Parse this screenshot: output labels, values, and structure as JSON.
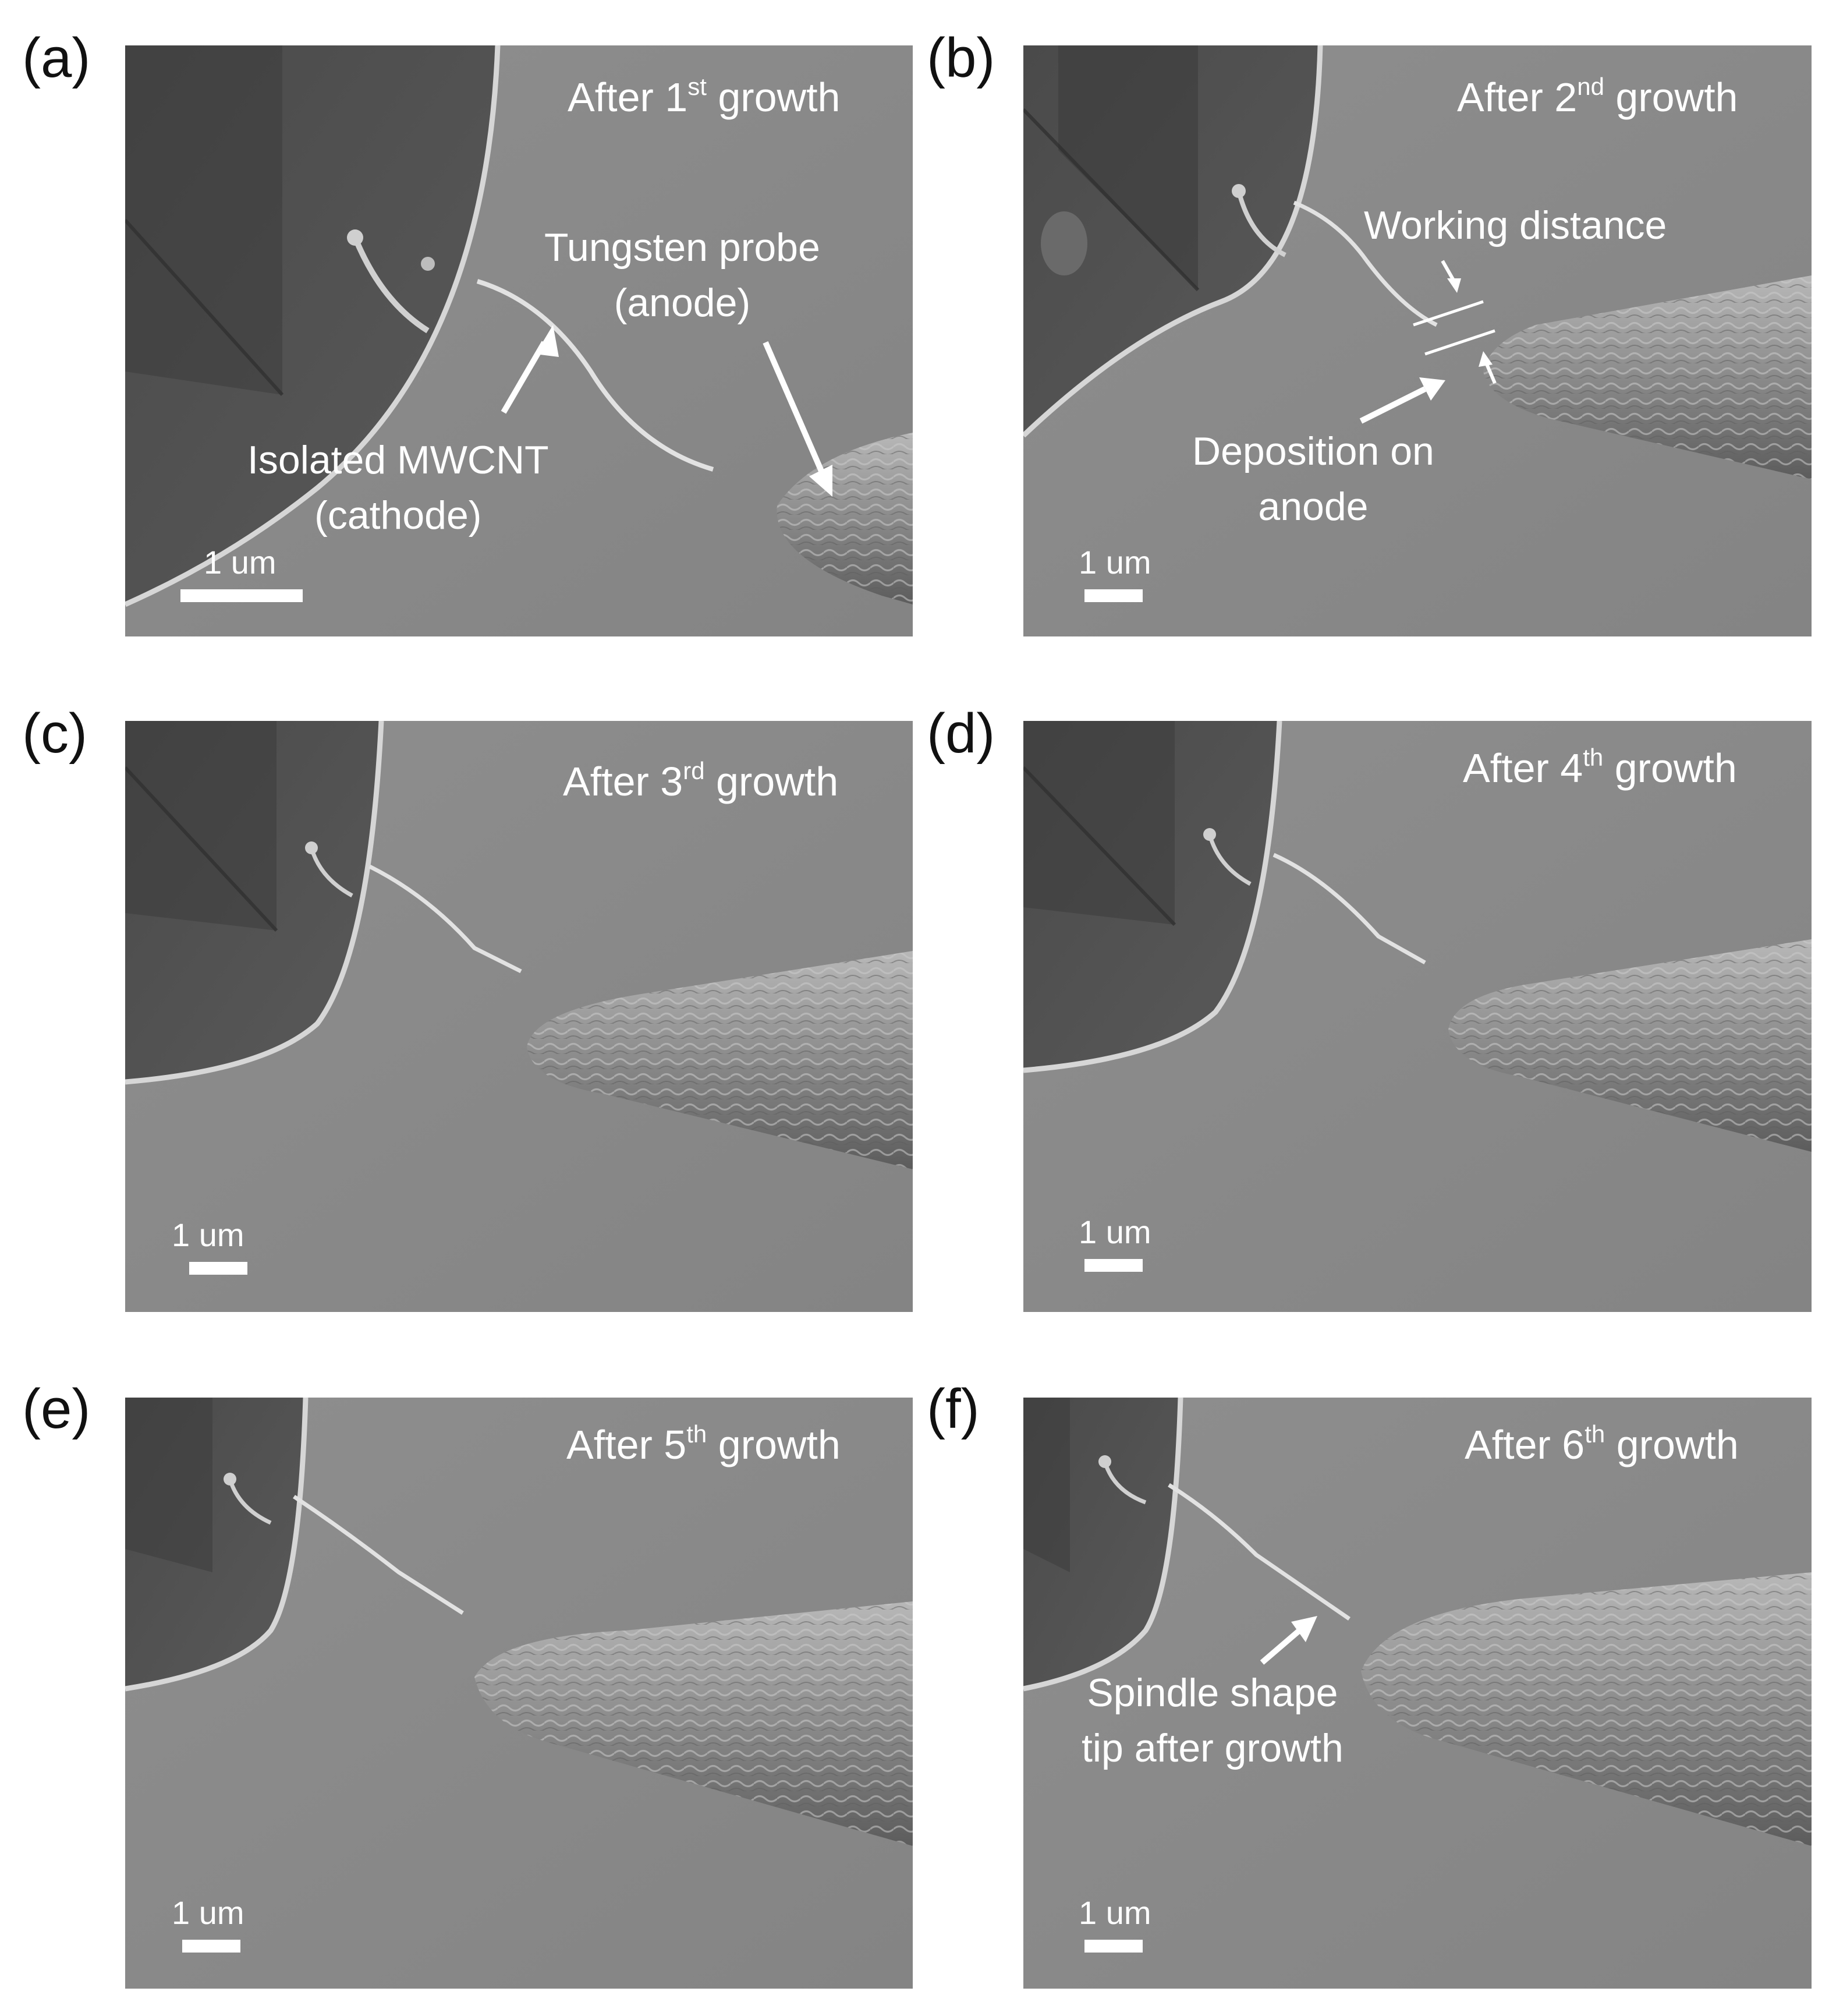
{
  "panels": [
    {
      "label": "(a)",
      "title": {
        "pre": "After 1",
        "sup": "st",
        "post": " growth"
      },
      "scale": "1 um",
      "annotations": {
        "probe_l1": "Tungsten probe",
        "probe_l2": "(anode)",
        "cnt_l1": "Isolated MWCNT",
        "cnt_l2": "(cathode)"
      }
    },
    {
      "label": "(b)",
      "title": {
        "pre": "After 2",
        "sup": "nd",
        "post": " growth"
      },
      "scale": "1 um",
      "annotations": {
        "wd": "Working distance",
        "dep_l1": "Deposition on",
        "dep_l2": "anode"
      }
    },
    {
      "label": "(c)",
      "title": {
        "pre": "After 3",
        "sup": "rd",
        "post": " growth"
      },
      "scale": "1 um"
    },
    {
      "label": "(d)",
      "title": {
        "pre": "After 4",
        "sup": "th",
        "post": " growth"
      },
      "scale": "1 um"
    },
    {
      "label": "(e)",
      "title": {
        "pre": "After 5",
        "sup": "th",
        "post": " growth"
      },
      "scale": "1 um"
    },
    {
      "label": "(f)",
      "title": {
        "pre": "After 6",
        "sup": "th",
        "post": " growth"
      },
      "scale": "1 um",
      "annotations": {
        "sp_l1": "Spindle shape",
        "sp_l2": "tip after growth"
      }
    }
  ]
}
